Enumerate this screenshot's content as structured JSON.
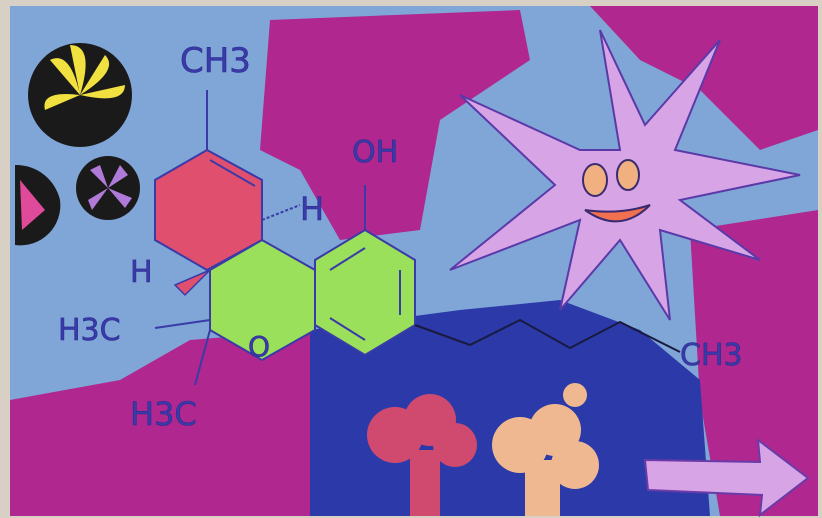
{
  "labels": {
    "methyl_top": "CH3",
    "hydroxyl": "OH",
    "hydrogen_right": "H",
    "hydrogen_left": "H",
    "methyl_left_upper": "H3C",
    "methyl_left_lower": "H3C",
    "ring_oxygen": "O",
    "methyl_tail": "CH3"
  },
  "colors": {
    "background_blue": "#7fa6d6",
    "magenta": "#b0288f",
    "dark_blue": "#2b3aa8",
    "ring_red": "#e0506e",
    "ring_green": "#9be05a",
    "star_lilac": "#d7a4e6",
    "ink": "#3a3aa8"
  }
}
